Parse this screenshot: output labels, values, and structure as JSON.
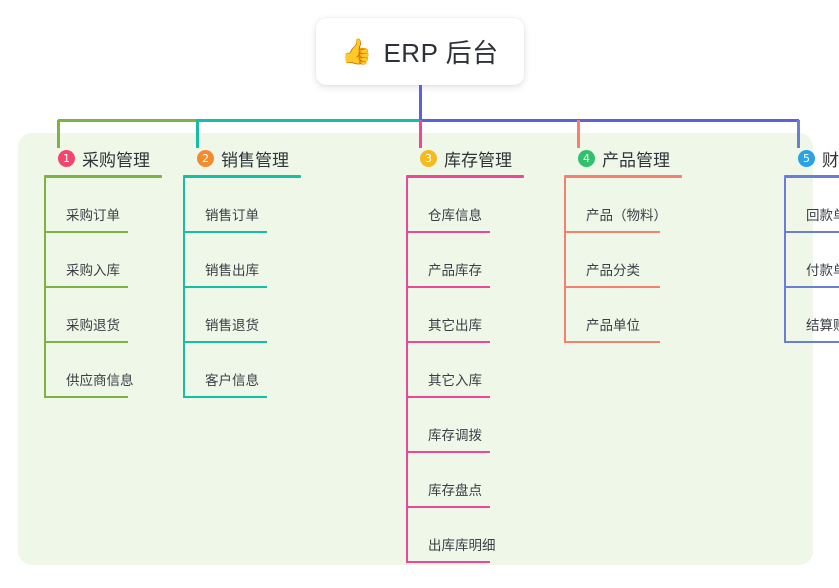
{
  "diagram": {
    "title_node": {
      "emoji": "👍",
      "emoji_name": "thumbs-up-icon",
      "label": "ERP 后台"
    },
    "panel_color": "#eef7e8",
    "root_stem_color": "#5b62d6",
    "branches": [
      {
        "number": "1",
        "label": "采购管理",
        "badge_color": "#f5456f",
        "line_color": "#7cb342",
        "rule_width": 118,
        "leaf_rule_width": 84,
        "leaves": [
          "采购订单",
          "采购入库",
          "采购退货",
          "供应商信息"
        ]
      },
      {
        "number": "2",
        "label": "销售管理",
        "badge_color": "#f58a2e",
        "line_color": "#15bfa5",
        "rule_width": 118,
        "leaf_rule_width": 84,
        "leaves": [
          "销售订单",
          "销售出库",
          "销售退货",
          "客户信息"
        ]
      },
      {
        "number": "3",
        "label": "库存管理",
        "badge_color": "#f5bb1d",
        "line_color": "#ec4899",
        "rule_width": 118,
        "leaf_rule_width": 84,
        "leaves": [
          "仓库信息",
          "产品库存",
          "其它出库",
          "其它入库",
          "库存调拨",
          "库存盘点",
          "出库库明细"
        ]
      },
      {
        "number": "4",
        "label": "产品管理",
        "badge_color": "#2fc26a",
        "line_color": "#f4806f",
        "rule_width": 118,
        "leaf_rule_width": 96,
        "leaves": [
          "产品（物料）",
          "产品分类",
          "产品单位"
        ]
      },
      {
        "number": "5",
        "label": "财务管理",
        "badge_color": "#29a3e8",
        "line_color": "#6b7fd1",
        "rule_width": 118,
        "leaf_rule_width": 84,
        "leaves": [
          "回款单",
          "付款单",
          "结算账户"
        ]
      }
    ],
    "bus_segments": [
      {
        "name": "segment-green",
        "color": "#7cb342"
      },
      {
        "name": "segment-teal",
        "color": "#15bfa5"
      },
      {
        "name": "segment-blue",
        "color": "#5b62d6"
      }
    ],
    "drop_colors": {
      "branch1": "#7cb342",
      "branch2": "#15bfa5",
      "branch3": "#ec4899",
      "branch4": "#f4806f",
      "branch5": "#6b7fd1"
    }
  }
}
